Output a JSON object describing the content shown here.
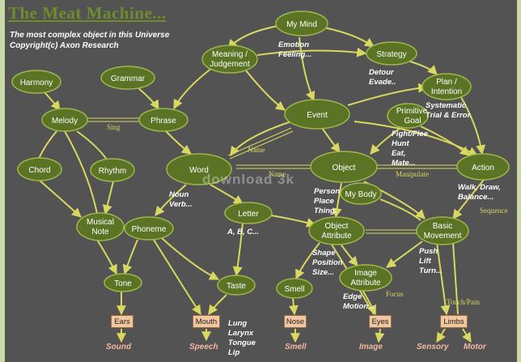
{
  "title": "The Meat Machine...",
  "subtitle_lines": [
    "The most complex object in this Universe",
    "Copyright(c) Axon Research"
  ],
  "nodes": {
    "harmony": "Harmony",
    "grammar": "Grammar",
    "meaning": "Meaning /",
    "judgement": "Judgement",
    "my_mind": "My Mind",
    "strategy": "Strategy",
    "plan": "Plan /",
    "intention": "Intention",
    "melody": "Melody",
    "phrase": "Phrase",
    "event": "Event",
    "primitive": "Primitive",
    "goal": "Goal",
    "chord": "Chord",
    "rhythm": "Rhythm",
    "word": "Word",
    "object": "Object",
    "action": "Action",
    "my_body": "My Body",
    "musical": "Musical",
    "note": "Note",
    "phoneme": "Phoneme",
    "letter": "Letter",
    "obj_attr_1": "Object",
    "obj_attr_2": "Attribute",
    "basic_1": "Basic",
    "basic_2": "Movement",
    "image_1": "Image",
    "image_2": "Attribute",
    "tone": "Tone",
    "taste": "Taste",
    "smell": "Smell"
  },
  "annotations": {
    "emotion": [
      "Emotion",
      "Feeling..."
    ],
    "detour": [
      "Detour",
      "Evade.."
    ],
    "systematic": [
      "Systematic",
      "Trial & Error."
    ],
    "fight": [
      "Fight/Flee",
      "Hunt",
      "Eat,",
      "Mate..."
    ],
    "person": [
      "Person",
      "Place",
      "Thing."
    ],
    "noun": [
      "Noun",
      "Verb..."
    ],
    "abc": [
      "A, B, C..."
    ],
    "walk": [
      "Walk, Draw,",
      "Balance..."
    ],
    "shape": [
      "Shape",
      "Position",
      "Size..."
    ],
    "push": [
      "Push",
      "Lift",
      "Turn..."
    ],
    "edge": [
      "Edge",
      "Motion..."
    ],
    "mouth_list": [
      "Lung",
      "Larynx",
      "Tongue",
      "Lip"
    ]
  },
  "link_labels": {
    "sing": "Sing",
    "name1": "Name",
    "name2": "Name",
    "manipulate": "Manipulate",
    "sequence": "Sequence",
    "focus": "Focus",
    "touch": "Touch/Pain"
  },
  "senses": [
    "Ears",
    "Mouth",
    "Nose",
    "Eyes",
    "Limbs"
  ],
  "outputs": [
    "Sound",
    "Speech",
    "Smell",
    "Image",
    "Sensory",
    "Motor"
  ],
  "watermark": "download 3k",
  "colors": {
    "background": "#535353",
    "node_fill": "#5a7325",
    "edge": "#d8d860",
    "title": "#6f8d2a",
    "sense_box": "#f2c7a0",
    "output_text": "#f4b8a0"
  }
}
